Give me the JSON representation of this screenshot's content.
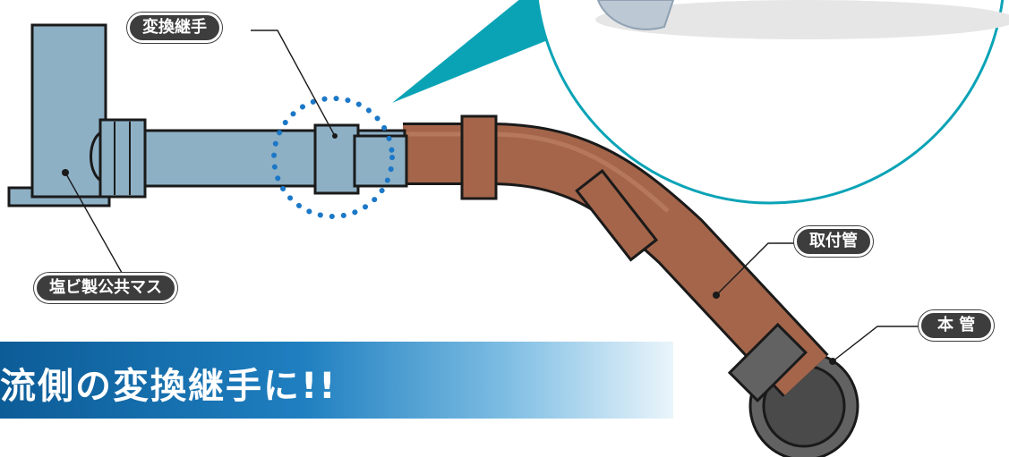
{
  "labels": {
    "joint": "変換継手",
    "masu": "塩ビ製公共マス",
    "toritsuke": "取付管",
    "honkan": "本 管"
  },
  "banner": {
    "text": "流側の変換継手に!!"
  },
  "colors": {
    "pvc_pipe": "#8eb0c5",
    "clay_pipe": "#a4654a",
    "main_pipe": "#5a5a5a",
    "teal": "#0aa3b6",
    "dotted_highlight": "#1c78c7",
    "label_bg": "#3d3d3d"
  }
}
